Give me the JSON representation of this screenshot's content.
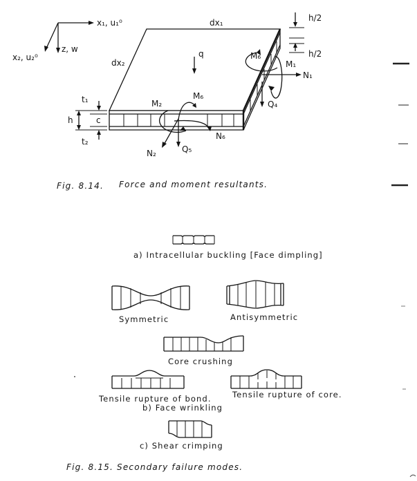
{
  "fig1": {
    "axis_x1": "x₁, u₁⁰",
    "axis_x2": "x₂, u₂⁰",
    "axis_z": "z, w",
    "dx1": "dx₁",
    "dx2": "dx₂",
    "q": "q",
    "h_half_top": "h/2",
    "h_half_bottom": "h/2",
    "M6_right": "M₆",
    "M1": "M₁",
    "N1": "N₁",
    "Q4": "Q₄",
    "M2": "M₂",
    "M6_front": "M₆",
    "N6": "N₆",
    "N2": "N₂",
    "Q5": "Q₅",
    "t1": "t₁",
    "c": "c",
    "h": "h",
    "t2": "t₂",
    "caption_num": "Fig. 8.14.",
    "caption_text": "Force   and   moment   resultants."
  },
  "fig2": {
    "a_label": "a)  Intracellular  buckling [Face dimpling]",
    "symmetric": "Symmetric",
    "antisymmetric": "Antisymmetric",
    "core_crushing": "Core  crushing",
    "tensile_bond": "Tensile rupture of bond.",
    "tensile_core": "Tensile rupture of core.",
    "b_label": "b)       Face  wrinkling",
    "c_label": "c)      Shear  crimping",
    "caption": "Fig. 8.15.  Secondary   failure   modes."
  }
}
